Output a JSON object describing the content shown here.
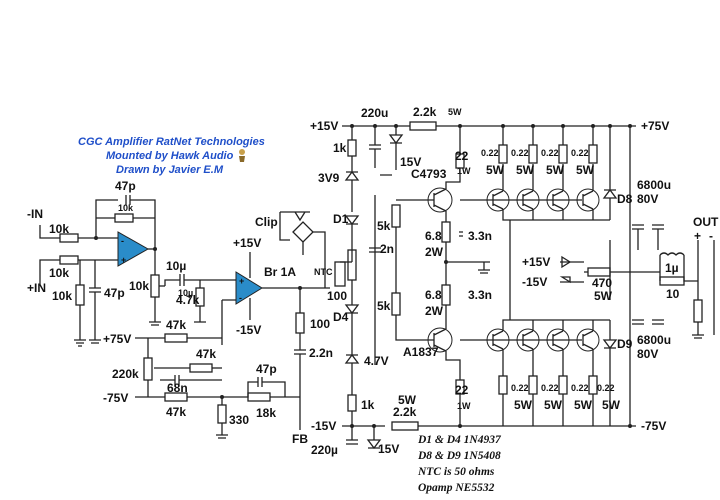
{
  "title": {
    "line1": "CGC Amplifier RatNet Technologies",
    "line2": "Mounted by Hawk Audio",
    "line3": "Drawn by Javier E.M"
  },
  "notes": [
    "D1 & D4 1N4937",
    "D8 & D9 1N5408",
    "NTC is 50 ohms",
    "Opamp NE5532"
  ],
  "rails": {
    "p15_top": "+15V",
    "p75_top": "+75V",
    "m15_bot": "-15V",
    "m75_bot": "-75V",
    "p75_left": "+75V",
    "m75_left": "-75V",
    "opamp_p15": "+15V",
    "opamp_m15": "-15V",
    "out_p15": "+15V",
    "out_m15": "-15V"
  },
  "inputs": {
    "neg": "-IN",
    "pos": "+IN"
  },
  "output": {
    "label": "OUT",
    "plus": "+",
    "minus": "-"
  },
  "labels": {
    "clip": "Clip",
    "bridge": "Br 1A",
    "ntc": "NTC",
    "fb": "FB",
    "q_top": "C4793",
    "q_bot": "A1837",
    "d1": "D1",
    "d4": "D4",
    "d8": "D8",
    "d9": "D9"
  },
  "components": {
    "c47p_top": "47p",
    "r10k_fb": "10k",
    "r10k_in1": "10k",
    "r10k_in2": "10k",
    "r10k_gnd": "10k",
    "c47p_in": "47p",
    "pot10k": "10k",
    "c10u": "10µ",
    "c10u_b": "10µ",
    "r47k_bias": "4.7k",
    "r47k_a": "47k",
    "r47k_b": "47k",
    "r47k_c": "47k",
    "pot220k": "220k",
    "c68n": "68n",
    "c47p_fb": "47p",
    "r18k": "18k",
    "r330": "330",
    "r100_a": "100",
    "c2n2_a": "2.2n",
    "c220u_top": "220u",
    "c220u_bot": "220µ",
    "r22k_top": "2.2k",
    "w5_top": "5W",
    "r22k_bot": "2.2k",
    "w5_bot": "5W",
    "r1k_top": "1k",
    "r1k_bot": "1k",
    "z3v9": "3V9",
    "z15_top": "15V",
    "z15_bot": "15V",
    "z47": "4.7V",
    "pot5k_a": "5k",
    "pot5k_b": "5k",
    "c2n": "2n",
    "r100_b": "100",
    "r68_a": "6.8",
    "w2_a": "2W",
    "r68_b": "6.8",
    "w2_b": "2W",
    "c33n_a": "3.3n",
    "c33n_b": "3.3n",
    "r22_a": "22",
    "w1_a": "1W",
    "r22_b": "22",
    "w1_b": "1W",
    "r022": "0.22",
    "w5": "5W",
    "r470": "470",
    "w5_470": "5W",
    "c6800_a": "6800u",
    "v80_a": "80V",
    "c6800_b": "6800u",
    "v80_b": "80V",
    "l1u": "1µ",
    "r10_out": "10"
  }
}
